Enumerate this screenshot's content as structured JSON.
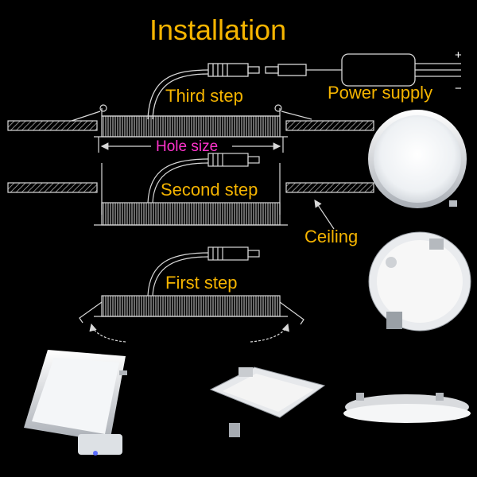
{
  "title": "Installation",
  "steps": {
    "third": "Third step",
    "second": "Second step",
    "first": "First step"
  },
  "labels": {
    "power_supply": "Power supply",
    "hole_size": "Hole size",
    "ceiling": "Ceiling",
    "plus": "+",
    "minus": "−"
  },
  "colors": {
    "background": "#000000",
    "label_gold": "#f5b400",
    "hole_size_pink": "#ff33cc",
    "line_art": "#d8d8d8"
  }
}
